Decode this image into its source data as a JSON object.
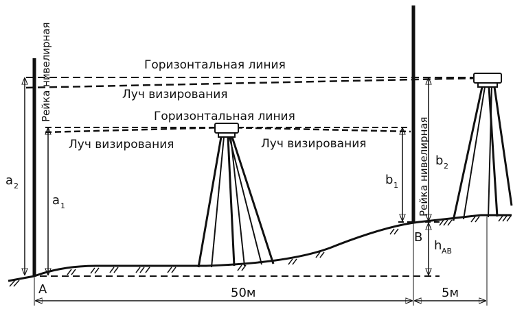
{
  "labels": {
    "horizontal_line_top": "Горизонтальная линия",
    "sight_ray_top": "Луч визирования",
    "horizontal_line_mid": "Горизонтальная линия",
    "sight_ray_left": "Луч визирования",
    "sight_ray_right": "Луч визирования",
    "staff_left": "Рейка нивелирная",
    "staff_right": "Рейка нивелирная",
    "point_a": "A",
    "point_b": "B",
    "a2_main": "a",
    "a2_sub": "2",
    "a1_main": "a",
    "a1_sub": "1",
    "b1_main": "b",
    "b1_sub": "1",
    "b2_main": "b",
    "b2_sub": "2",
    "hab_main": "h",
    "hab_sub": "AB",
    "dist_50": "50м",
    "dist_5": "5м"
  }
}
